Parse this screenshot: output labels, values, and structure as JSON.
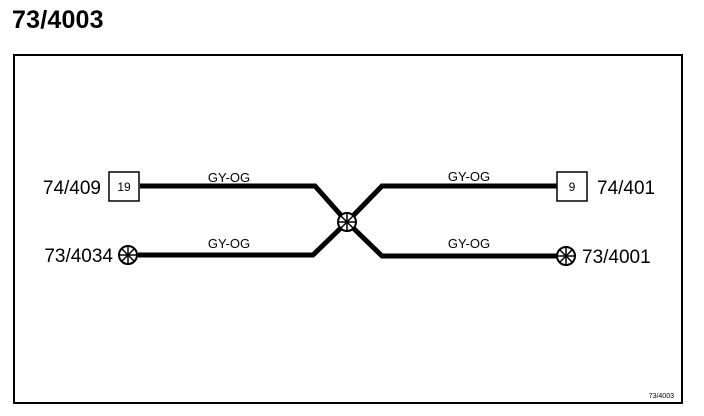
{
  "title": "73/4003",
  "footer_ref": "73/4003",
  "connectors": {
    "left_top": {
      "ref": "74/409",
      "pin": "19"
    },
    "left_bottom": {
      "ref": "73/4034"
    },
    "right_top": {
      "ref": "74/401",
      "pin": "9"
    },
    "right_bottom": {
      "ref": "73/4001"
    }
  },
  "wires": {
    "left_top": "GY-OG",
    "left_bottom": "GY-OG",
    "right_top": "GY-OG",
    "right_bottom": "GY-OG"
  },
  "colors": {
    "line": "#000000",
    "background": "#ffffff"
  }
}
